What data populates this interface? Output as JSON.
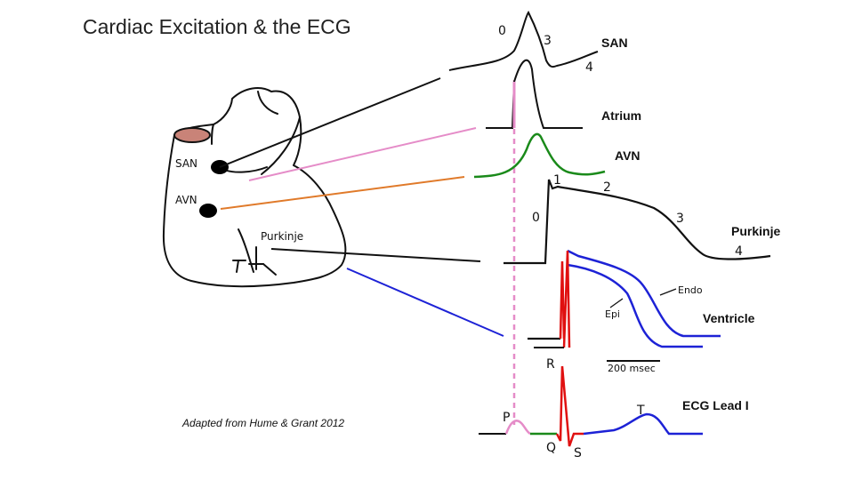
{
  "title": "Cardiac Excitation & the ECG",
  "credit": "Adapted from Hume & Grant 2012",
  "heart_labels": {
    "san": "SAN",
    "avn": "AVN",
    "purkinje": "Purkinje"
  },
  "traces": {
    "san": {
      "label": "SAN",
      "phases": [
        "0",
        "3",
        "4"
      ]
    },
    "atrium": {
      "label": "Atrium"
    },
    "avn": {
      "label": "AVN"
    },
    "purkinje": {
      "label": "Purkinje",
      "phases": [
        "1",
        "2",
        "0",
        "3",
        "4"
      ]
    },
    "ventricle": {
      "label": "Ventricle",
      "endo": "Endo",
      "epi": "Epi"
    },
    "ecg": {
      "label": "ECG Lead I",
      "waves": [
        "P",
        "Q",
        "R",
        "S",
        "T"
      ]
    }
  },
  "scale_bar": "200 msec",
  "colors": {
    "san": "#111111",
    "atrium": "#e58cc8",
    "avn": "#1a8a1a",
    "avn_connector": "#e07a2a",
    "purkinje": "#111111",
    "ventricle": "#1d22d6",
    "depolarization": "#e01010",
    "dashed_marker": "#e58cc8"
  }
}
